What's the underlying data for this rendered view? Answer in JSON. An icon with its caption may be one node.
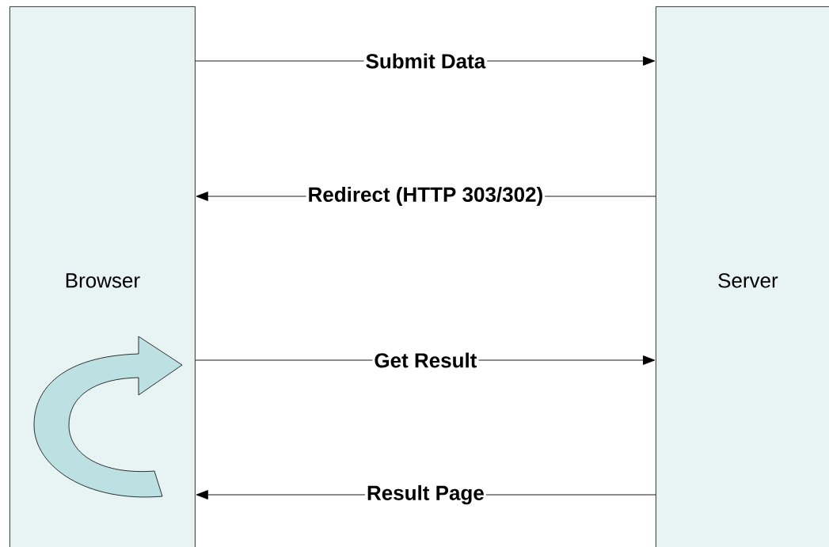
{
  "diagram": {
    "nodes": [
      {
        "text": [
          "Browser"
        ]
      },
      {
        "text": [
          "Server"
        ]
      }
    ],
    "edges": [
      {
        "from": 0,
        "to": 1,
        "arrow": "to",
        "label": "Submit Data"
      },
      {
        "from": 1,
        "to": 0,
        "arrow": "to",
        "label": "Redirect (HTTP 303/302)"
      },
      {
        "from": 0,
        "to": 1,
        "arrow": "to",
        "label": "Get Result"
      },
      {
        "from": 1,
        "to": 0,
        "arrow": "to",
        "label": "Result Page"
      }
    ]
  }
}
